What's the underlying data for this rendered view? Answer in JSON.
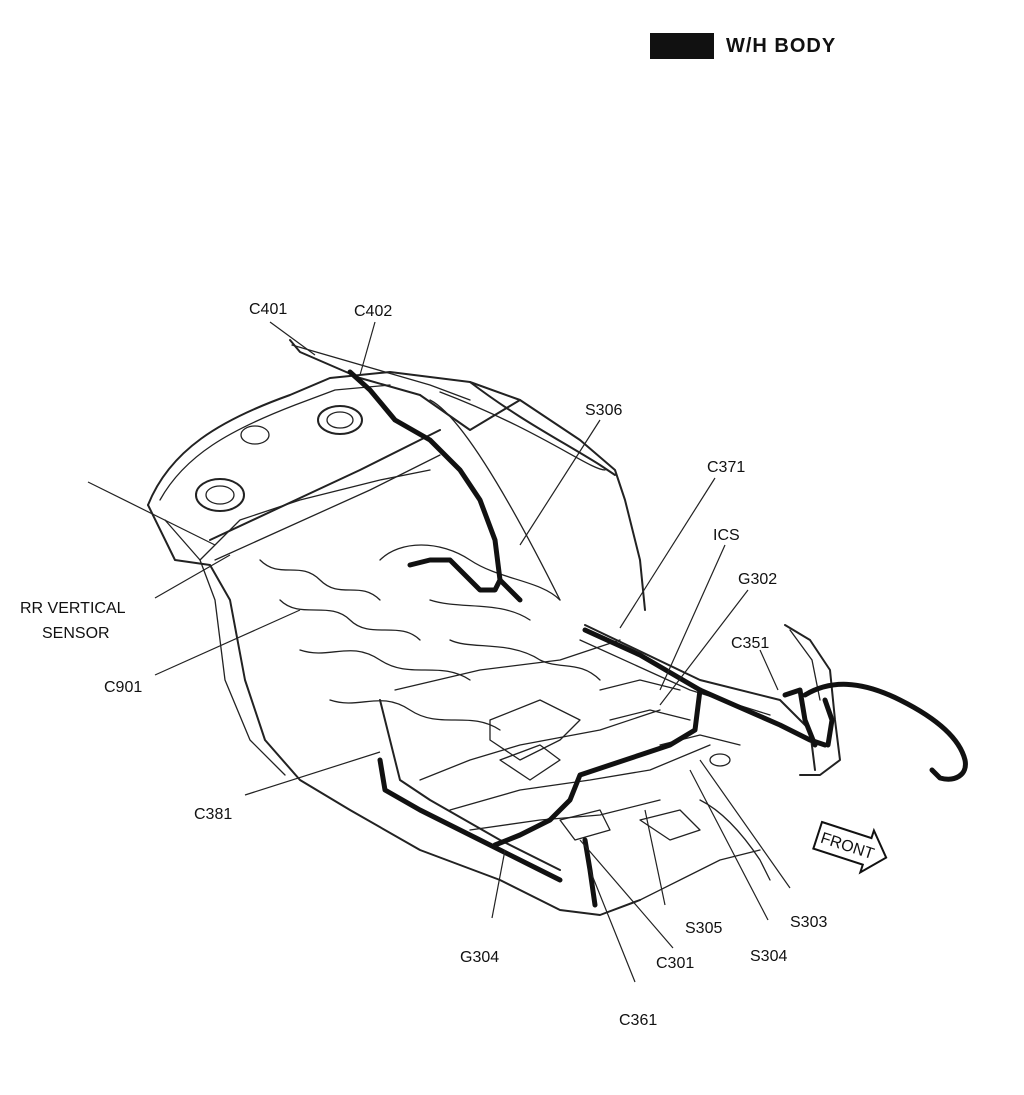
{
  "legend": {
    "label": "W/H BODY",
    "swatch_color": "#111111"
  },
  "labels": {
    "c401": "C401",
    "c402": "C402",
    "s306": "S306",
    "c371": "C371",
    "ics": "ICS",
    "g302": "G302",
    "c351": "C351",
    "rr_vertical_sensor_line1": "RR VERTICAL",
    "rr_vertical_sensor_line2": "SENSOR",
    "c901": "C901",
    "c381": "C381",
    "g304": "G304",
    "c301": "C301",
    "c361": "C361",
    "s305": "S305",
    "s304": "S304",
    "s303": "S303",
    "front": "FRONT"
  }
}
